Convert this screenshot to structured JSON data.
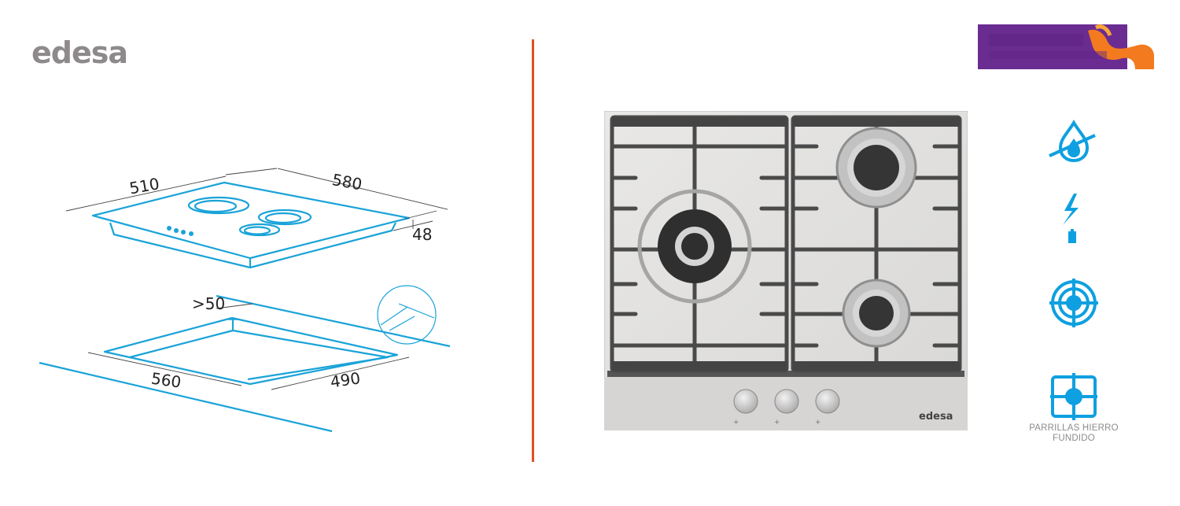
{
  "brand": {
    "name": "edesa",
    "color": "#8e8a8c"
  },
  "partner_logo": {
    "colors": {
      "primary": "#6a2c91",
      "accent": "#f37a1f"
    }
  },
  "divider": {
    "color": "#e2501f"
  },
  "installation_diagram": {
    "line_color": "#1aa3d8",
    "dimensions": {
      "hob_width": "510",
      "hob_depth": "580",
      "hob_height": "48",
      "cutout_clearance": ">50",
      "cutout_width": "560",
      "cutout_depth": "490"
    }
  },
  "product": {
    "type": "gas hob",
    "burners": 3,
    "knobs": 3,
    "panel_brand": "edesa"
  },
  "features": [
    {
      "icon": "no-drip-flame-icon",
      "label": ""
    },
    {
      "icon": "electric-ignition-icon",
      "label": ""
    },
    {
      "icon": "burner-target-icon",
      "label": ""
    },
    {
      "icon": "cast-iron-grid-icon",
      "label": "PARRILLAS HIERRO FUNDIDO",
      "label_line1": "PARRILLAS HIERRO",
      "label_line2": "FUNDIDO"
    }
  ],
  "accent_color": "#0ea0e0"
}
